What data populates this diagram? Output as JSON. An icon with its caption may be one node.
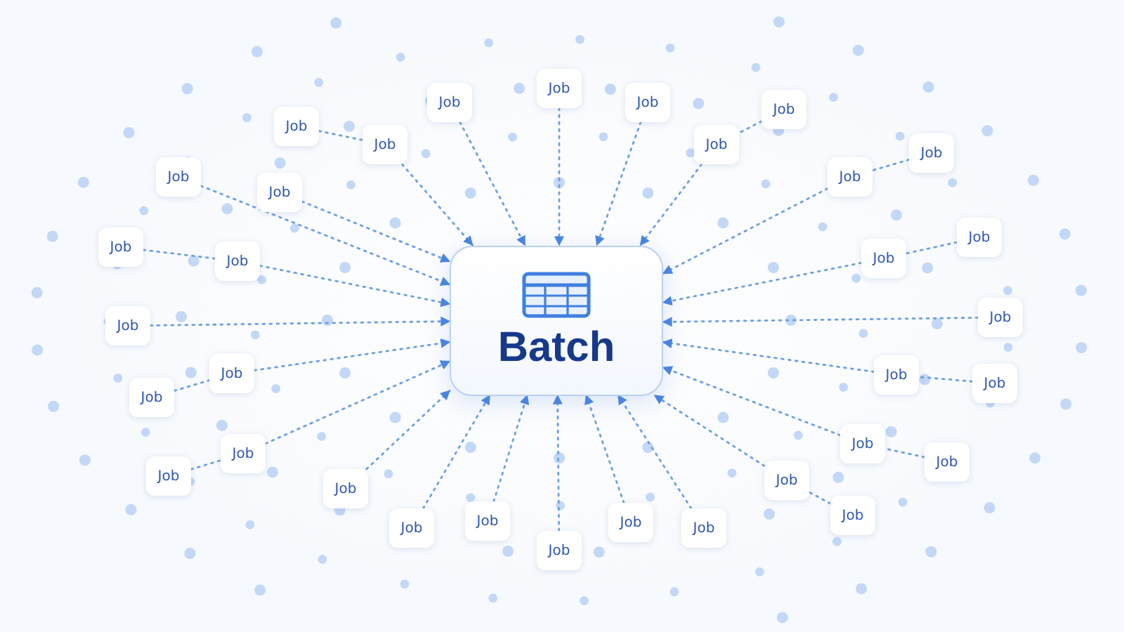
{
  "diagram": {
    "nodes": [
      {
        "text": [
          "Batch"
        ]
      },
      {
        "text": [
          "Job"
        ]
      },
      {
        "text": [
          "Job"
        ]
      },
      {
        "text": [
          "Job"
        ]
      },
      {
        "text": [
          "Job"
        ]
      },
      {
        "text": [
          "Job"
        ]
      },
      {
        "text": [
          "Job"
        ]
      },
      {
        "text": [
          "Job"
        ]
      },
      {
        "text": [
          "Job"
        ]
      },
      {
        "text": [
          "Job"
        ]
      },
      {
        "text": [
          "Job"
        ]
      },
      {
        "text": [
          "Job"
        ]
      },
      {
        "text": [
          "Job"
        ]
      },
      {
        "text": [
          "Job"
        ]
      },
      {
        "text": [
          "Job"
        ]
      },
      {
        "text": [
          "Job"
        ]
      },
      {
        "text": [
          "Job"
        ]
      },
      {
        "text": [
          "Job"
        ]
      },
      {
        "text": [
          "Job"
        ]
      },
      {
        "text": [
          "Job"
        ]
      },
      {
        "text": [
          "Job"
        ]
      },
      {
        "text": [
          "Job"
        ]
      },
      {
        "text": [
          "Job"
        ]
      },
      {
        "text": [
          "Job"
        ]
      },
      {
        "text": [
          "Job"
        ]
      },
      {
        "text": [
          "Job"
        ]
      },
      {
        "text": [
          "Job"
        ]
      },
      {
        "text": [
          "Job"
        ]
      },
      {
        "text": [
          "Job"
        ]
      },
      {
        "text": [
          "Job"
        ]
      },
      {
        "text": [
          "Job"
        ]
      },
      {
        "text": [
          "Job"
        ]
      },
      {
        "text": [
          "Job"
        ]
      },
      {
        "text": [
          "Job"
        ]
      }
    ],
    "edges": [
      {
        "from": 1,
        "to": 2,
        "arrow": "none"
      },
      {
        "from": 2,
        "to": 0,
        "arrow": "to"
      },
      {
        "from": 3,
        "to": 0,
        "arrow": "to"
      },
      {
        "from": 4,
        "to": 0,
        "arrow": "to"
      },
      {
        "from": 5,
        "to": 0,
        "arrow": "to"
      },
      {
        "from": 6,
        "to": 0,
        "arrow": "to"
      },
      {
        "from": 7,
        "to": 6,
        "arrow": "none"
      },
      {
        "from": 8,
        "to": 0,
        "arrow": "to"
      },
      {
        "from": 9,
        "to": 8,
        "arrow": "none"
      },
      {
        "from": 10,
        "to": 0,
        "arrow": "to"
      },
      {
        "from": 11,
        "to": 0,
        "arrow": "to"
      },
      {
        "from": 12,
        "to": 13,
        "arrow": "none"
      },
      {
        "from": 13,
        "to": 0,
        "arrow": "to"
      },
      {
        "from": 14,
        "to": 0,
        "arrow": "to"
      },
      {
        "from": 15,
        "to": 0,
        "arrow": "to"
      },
      {
        "from": 16,
        "to": 15,
        "arrow": "none"
      },
      {
        "from": 17,
        "to": 0,
        "arrow": "to"
      },
      {
        "from": 18,
        "to": 17,
        "arrow": "none"
      },
      {
        "from": 19,
        "to": 0,
        "arrow": "to"
      },
      {
        "from": 20,
        "to": 0,
        "arrow": "to"
      },
      {
        "from": 21,
        "to": 0,
        "arrow": "to"
      },
      {
        "from": 22,
        "to": 0,
        "arrow": "to"
      },
      {
        "from": 23,
        "to": 0,
        "arrow": "to"
      },
      {
        "from": 24,
        "to": 0,
        "arrow": "to"
      },
      {
        "from": 25,
        "to": 0,
        "arrow": "to"
      },
      {
        "from": 26,
        "to": 25,
        "arrow": "none"
      },
      {
        "from": 27,
        "to": 28,
        "arrow": "none"
      },
      {
        "from": 28,
        "to": 0,
        "arrow": "to"
      },
      {
        "from": 29,
        "to": 0,
        "arrow": "to"
      },
      {
        "from": 30,
        "to": 0,
        "arrow": "to"
      },
      {
        "from": 31,
        "to": 30,
        "arrow": "none"
      },
      {
        "from": 32,
        "to": 0,
        "arrow": "to"
      },
      {
        "from": 33,
        "to": 32,
        "arrow": "none"
      }
    ]
  }
}
